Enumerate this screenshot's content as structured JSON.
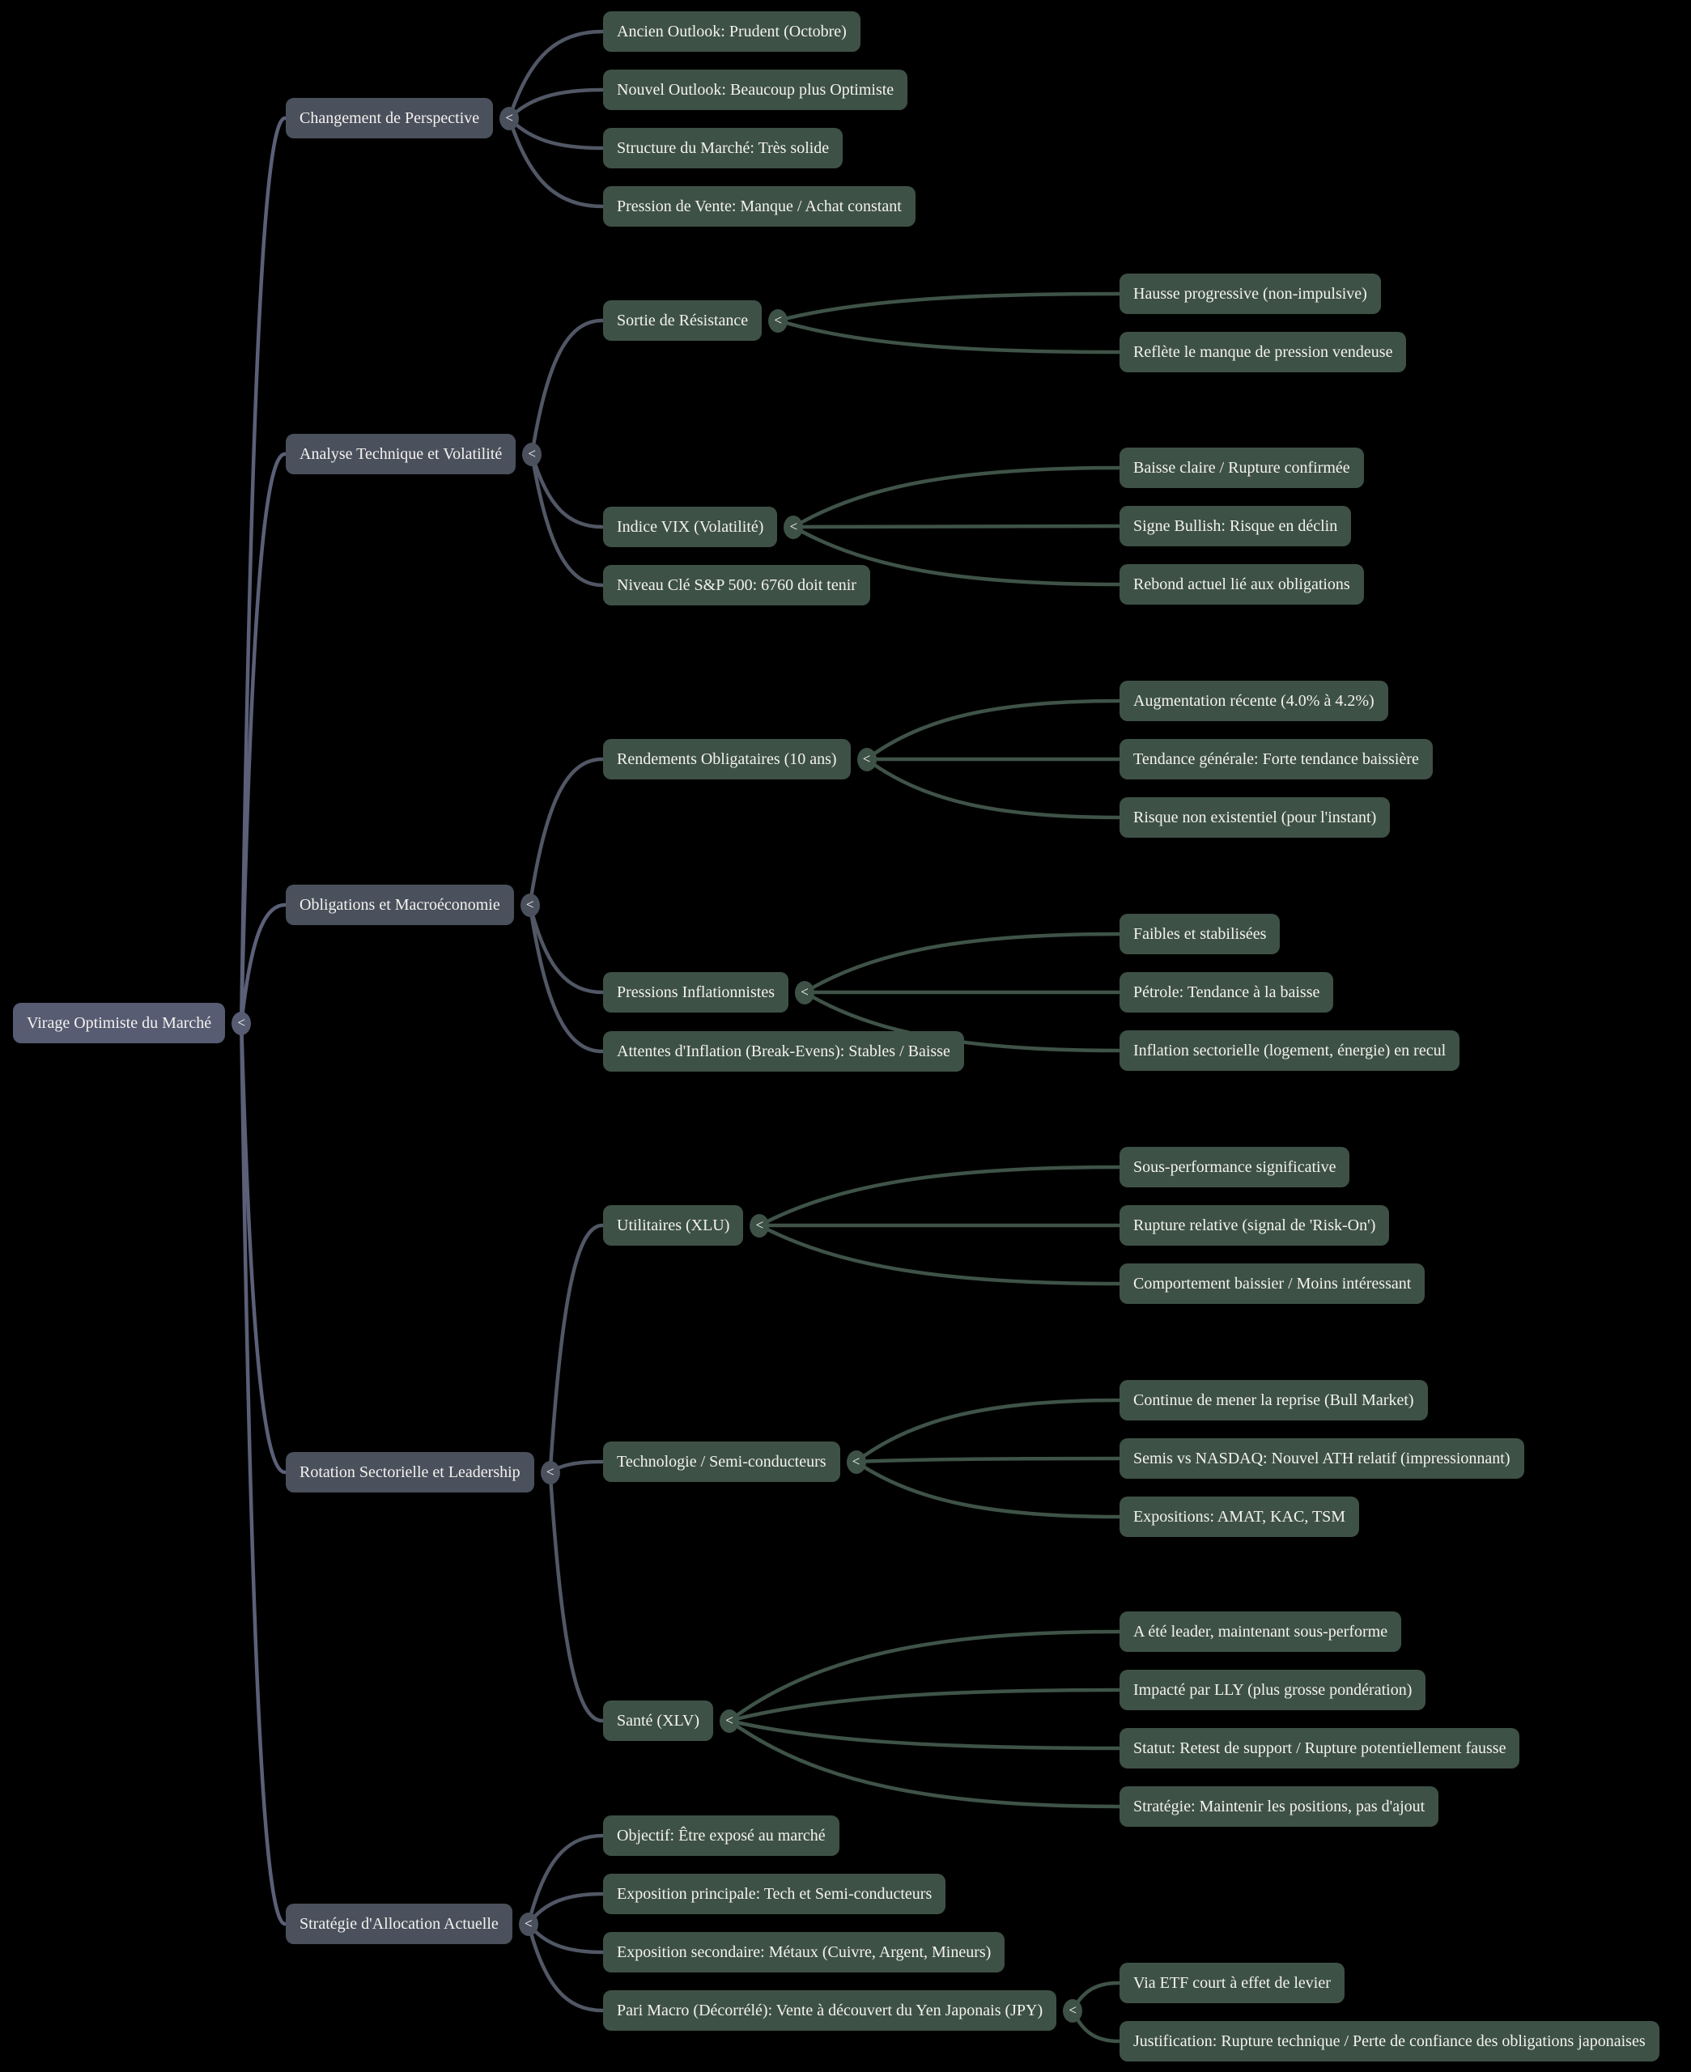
{
  "ui": {
    "collapse_glyph": "<"
  },
  "colors": {
    "background": "#000000",
    "root_fill": "#575c73",
    "branch_fill": "#4a505c",
    "leaf_fill": "#3e5146",
    "text": "#f3f2ee",
    "root_link": "#5b6078",
    "branch_link": "#515765",
    "leaf_link": "#3f5348",
    "collapse_text": "#ffffff"
  },
  "nodes": {
    "root": {
      "label": "Virage Optimiste du Marché"
    },
    "b1": {
      "label": "Changement de Perspective"
    },
    "b1c1": {
      "label": "Ancien Outlook: Prudent (Octobre)"
    },
    "b1c2": {
      "label": "Nouvel Outlook: Beaucoup plus Optimiste"
    },
    "b1c3": {
      "label": "Structure du Marché: Très solide"
    },
    "b1c4": {
      "label": "Pression de Vente: Manque / Achat constant"
    },
    "b2": {
      "label": "Analyse Technique et Volatilité"
    },
    "b2c1": {
      "label": "Sortie de Résistance"
    },
    "b2c1g1": {
      "label": "Hausse progressive (non-impulsive)"
    },
    "b2c1g2": {
      "label": "Reflète le manque de pression vendeuse"
    },
    "b2c2": {
      "label": "Indice VIX (Volatilité)"
    },
    "b2c2g1": {
      "label": "Baisse claire / Rupture confirmée"
    },
    "b2c2g2": {
      "label": "Signe Bullish: Risque en déclin"
    },
    "b2c2g3": {
      "label": "Rebond actuel lié aux obligations"
    },
    "b2c3": {
      "label": "Niveau Clé S&P 500: 6760 doit tenir"
    },
    "b3": {
      "label": "Obligations et Macroéconomie"
    },
    "b3c1": {
      "label": "Rendements Obligataires (10 ans)"
    },
    "b3c1g1": {
      "label": "Augmentation récente (4.0% à 4.2%)"
    },
    "b3c1g2": {
      "label": "Tendance générale: Forte tendance baissière"
    },
    "b3c1g3": {
      "label": "Risque non existentiel (pour l'instant)"
    },
    "b3c2": {
      "label": "Pressions Inflationnistes"
    },
    "b3c2g1": {
      "label": "Faibles et stabilisées"
    },
    "b3c2g2": {
      "label": "Pétrole: Tendance à la baisse"
    },
    "b3c2g3": {
      "label": "Inflation sectorielle (logement, énergie) en recul"
    },
    "b3c3": {
      "label": "Attentes d'Inflation (Break-Evens): Stables / Baisse"
    },
    "b4": {
      "label": "Rotation Sectorielle et Leadership"
    },
    "b4c1": {
      "label": "Utilitaires (XLU)"
    },
    "b4c1g1": {
      "label": "Sous-performance significative"
    },
    "b4c1g2": {
      "label": "Rupture relative (signal de 'Risk-On')"
    },
    "b4c1g3": {
      "label": "Comportement baissier / Moins intéressant"
    },
    "b4c2": {
      "label": "Technologie / Semi-conducteurs"
    },
    "b4c2g1": {
      "label": "Continue de mener la reprise (Bull Market)"
    },
    "b4c2g2": {
      "label": "Semis vs NASDAQ: Nouvel ATH relatif (impressionnant)"
    },
    "b4c2g3": {
      "label": "Expositions: AMAT, KAC, TSM"
    },
    "b4c3": {
      "label": "Santé (XLV)"
    },
    "b4c3g1": {
      "label": "A été leader, maintenant sous-performe"
    },
    "b4c3g2": {
      "label": "Impacté par LLY (plus grosse pondération)"
    },
    "b4c3g3": {
      "label": "Statut: Retest de support / Rupture potentiellement fausse"
    },
    "b4c3g4": {
      "label": "Stratégie: Maintenir les positions, pas d'ajout"
    },
    "b5": {
      "label": "Stratégie d'Allocation Actuelle"
    },
    "b5c1": {
      "label": "Objectif: Être exposé au marché"
    },
    "b5c2": {
      "label": "Exposition principale: Tech et Semi-conducteurs"
    },
    "b5c3": {
      "label": "Exposition secondaire: Métaux (Cuivre, Argent, Mineurs)"
    },
    "b5c4": {
      "label": "Pari Macro (Décorrélé): Vente à découvert du Yen Japonais (JPY)"
    },
    "b5c4g1": {
      "label": "Via ETF court à effet de levier"
    },
    "b5c4g2": {
      "label": "Justification: Rupture technique / Perte de confiance des obligations japonaises"
    }
  },
  "tree": {
    "root": [
      "b1",
      "b2",
      "b3",
      "b4",
      "b5"
    ],
    "b1": [
      "b1c1",
      "b1c2",
      "b1c3",
      "b1c4"
    ],
    "b2": [
      "b2c1",
      "b2c2",
      "b2c3"
    ],
    "b2c1": [
      "b2c1g1",
      "b2c1g2"
    ],
    "b2c2": [
      "b2c2g1",
      "b2c2g2",
      "b2c2g3"
    ],
    "b3": [
      "b3c1",
      "b3c2",
      "b3c3"
    ],
    "b3c1": [
      "b3c1g1",
      "b3c1g2",
      "b3c1g3"
    ],
    "b3c2": [
      "b3c2g1",
      "b3c2g2",
      "b3c2g3"
    ],
    "b4": [
      "b4c1",
      "b4c2",
      "b4c3"
    ],
    "b4c1": [
      "b4c1g1",
      "b4c1g2",
      "b4c1g3"
    ],
    "b4c2": [
      "b4c2g1",
      "b4c2g2",
      "b4c2g3"
    ],
    "b4c3": [
      "b4c3g1",
      "b4c3g2",
      "b4c3g3",
      "b4c3g4"
    ],
    "b5": [
      "b5c1",
      "b5c2",
      "b5c3",
      "b5c4"
    ],
    "b5c4": [
      "b5c4g1",
      "b5c4g2"
    ]
  }
}
